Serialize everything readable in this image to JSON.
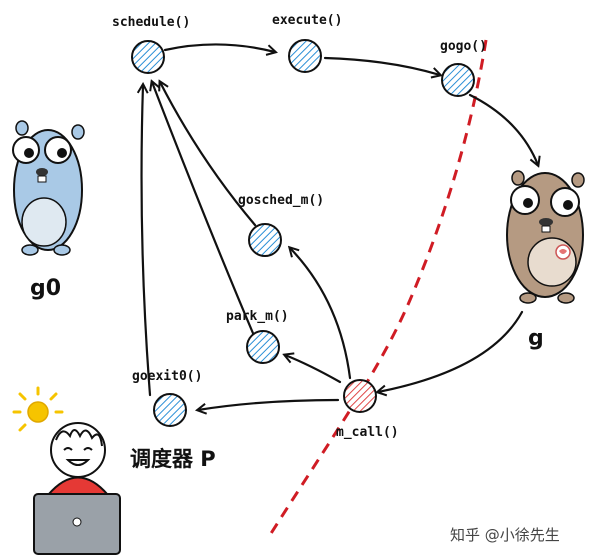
{
  "nodes": {
    "schedule": "schedule()",
    "execute": "execute()",
    "gogo": "gogo()",
    "gosched_m": "gosched_m()",
    "park_m": "park_m()",
    "goexit0": "goexit0()",
    "m_call": "m_call()"
  },
  "labels": {
    "g0": "g0",
    "g": "g",
    "scheduler_p": "调度器 P"
  },
  "watermark": "知乎 @小徐先生",
  "colors": {
    "node_fill": "#2b8fd6",
    "m_call_fill": "#e04848",
    "divider": "#d01c24",
    "gopher_g0": "#a9c9e6",
    "gopher_g": "#b59a82",
    "person_shirt": "#e53935",
    "sun": "#f6c400"
  }
}
